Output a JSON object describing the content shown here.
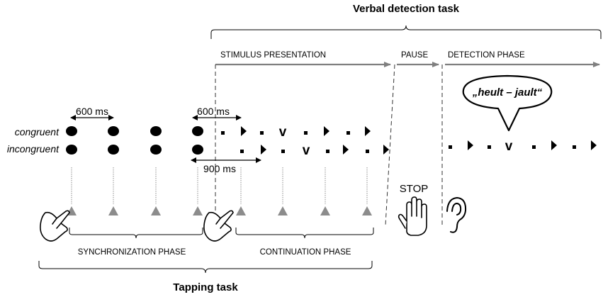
{
  "titles": {
    "verbal_task": "Verbal detection task",
    "tapping_task": "Tapping task"
  },
  "phases": {
    "stimulus": "STIMULUS PRESENTATION",
    "pause": "PAUSE",
    "detection": "DETECTION PHASE",
    "synchronization": "SYNCHRONIZATION PHASE",
    "continuation": "CONTINUATION PHASE"
  },
  "conditions": {
    "congruent": "congruent",
    "incongruent": "incongruent"
  },
  "intervals": {
    "sync_interval": "600 ms",
    "congruent_interval": "600 ms",
    "incongruent_interval": "900 ms"
  },
  "stop_label": "STOP",
  "speech_bubble": "„heult – jault“",
  "stimulus_glyph": "v",
  "icons": {
    "left_hand": "tapping-hand-icon",
    "right_hand": "tapping-hand-icon",
    "stop_hand": "stop-hand-icon",
    "ear": "ear-icon",
    "speech": "speech-bubble-icon",
    "beat": "black-dot-icon",
    "tap_marker": "gray-triangle-icon"
  },
  "colors": {
    "arrow_gray": "#7f7f7f",
    "triangle_gray": "#8c8c8c",
    "line": "#555555",
    "ink": "#000000"
  }
}
